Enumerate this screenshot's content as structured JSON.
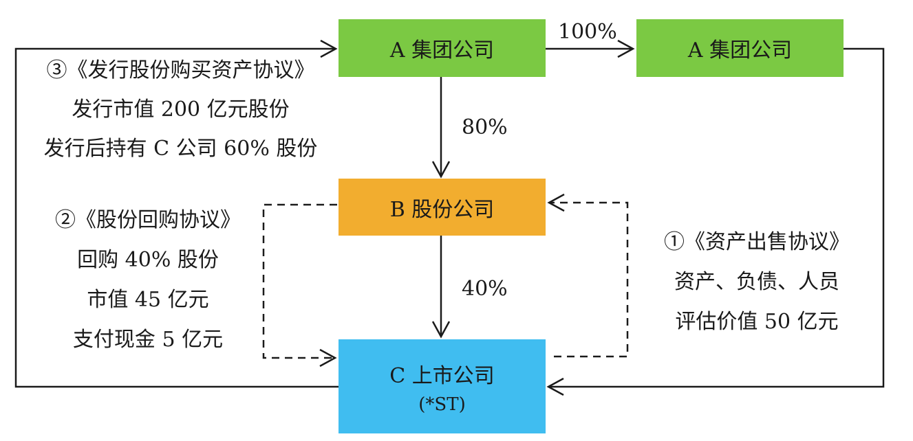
{
  "colors": {
    "green": "#7bc943",
    "orange": "#f2ad2f",
    "blue": "#40bdf0",
    "line": "#1a1a1a"
  },
  "nodes": {
    "a_group_1": "A 集团公司",
    "a_group_2": "A 集团公司",
    "b_company": "B 股份公司",
    "c_company": "C 上市公司",
    "c_company_note": "(*ST)"
  },
  "edges": {
    "a_to_a": "100%",
    "a_to_b": "80%",
    "b_to_c": "40%"
  },
  "agreements": {
    "issue": {
      "title": "③《发行股份购买资产协议》",
      "line1": "发行市值 200 亿元股份",
      "line2": "发行后持有 C 公司 60% 股份"
    },
    "buyback": {
      "title": "②《股份回购协议》",
      "line1": "回购 40% 股份",
      "line2": "市值 45 亿元",
      "line3": "支付现金 5 亿元"
    },
    "asset_sale": {
      "title": "①《资产出售协议》",
      "line1": "资产、负债、人员",
      "line2": "评估价值 50 亿元"
    }
  }
}
